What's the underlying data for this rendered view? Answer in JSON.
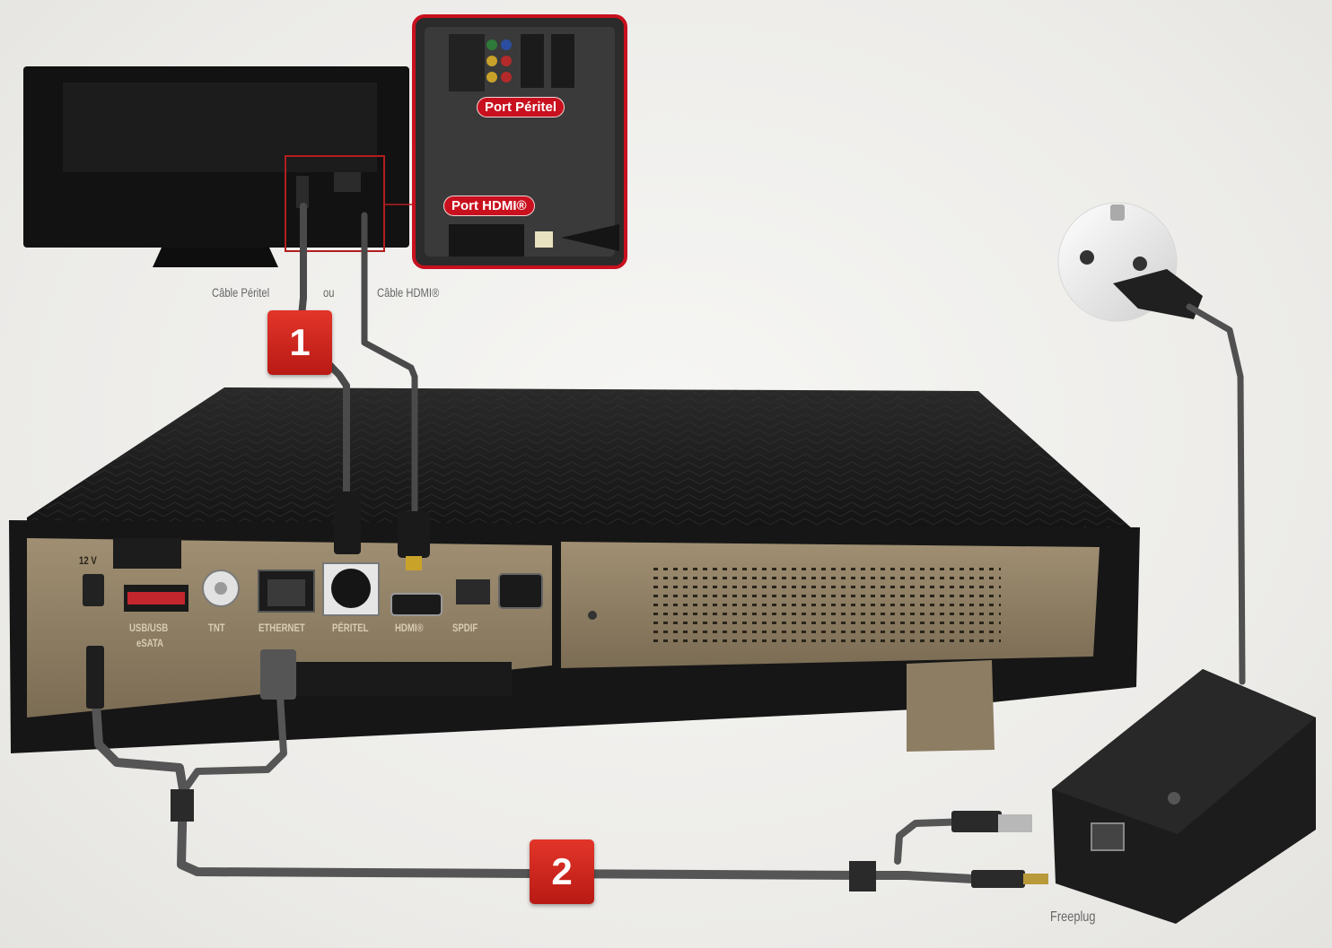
{
  "badges": {
    "step1": "1",
    "step2": "2"
  },
  "tv": {
    "port_peritel_label": "Port Péritel",
    "port_hdmi_label": "Port HDMI®"
  },
  "cables": {
    "peritel_label": "Câble Péritel",
    "or_label": "ou",
    "hdmi_label": "Câble HDMI®"
  },
  "box_ports": {
    "power": "12 V",
    "usb": "USB/USB",
    "esata": "eSATA",
    "tnt": "TNT",
    "ethernet": "ETHERNET",
    "peritel": "PÉRITEL",
    "hdmi": "HDMI®",
    "spdif": "SPDIF"
  },
  "freeplug_label": "Freeplug",
  "colors": {
    "badge_red": "#d42a20",
    "highlight_red": "#c8101e",
    "box_black": "#1a1a1a",
    "panel_bronze": "#8f7f64",
    "cable_gray": "#58585a"
  }
}
